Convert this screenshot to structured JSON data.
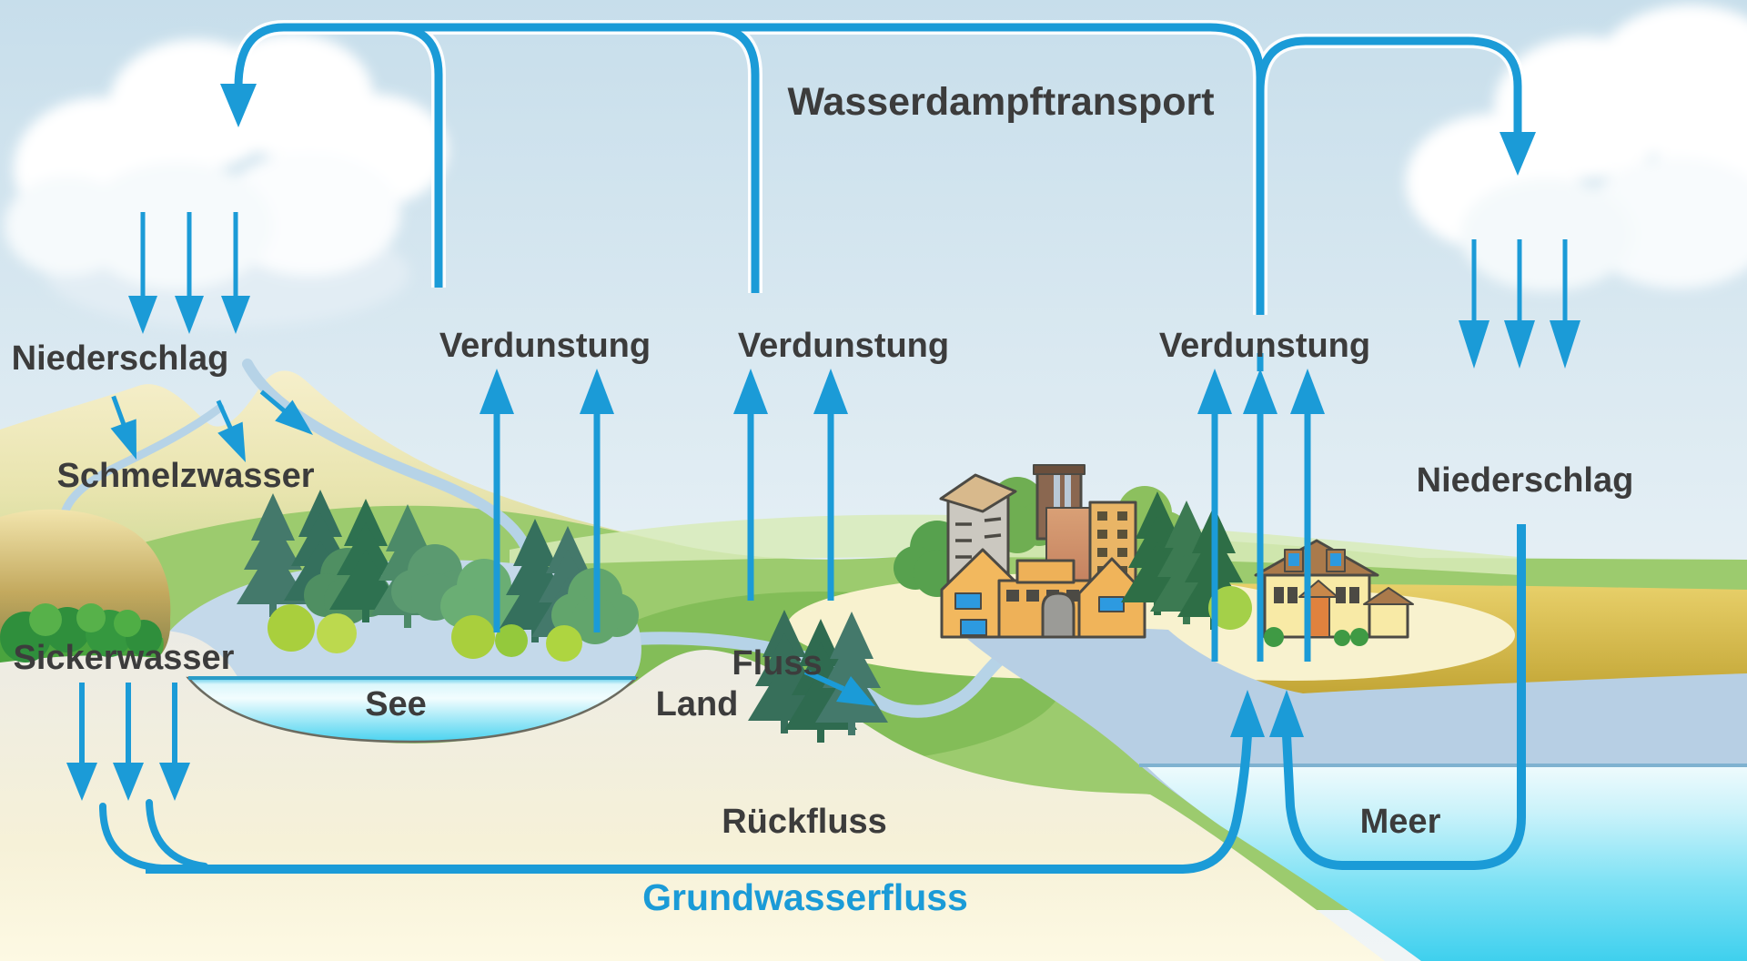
{
  "diagram": {
    "type": "water-cycle-schematic",
    "language": "de",
    "labels": {
      "wasserdampftransport": "Wasserdampftransport",
      "niederschlag_left": "Niederschlag",
      "niederschlag_right": "Niederschlag",
      "verdunstung_1": "Verdunstung",
      "verdunstung_2": "Verdunstung",
      "verdunstung_3": "Verdunstung",
      "schmelzwasser": "Schmelzwasser",
      "sickerwasser": "Sickerwasser",
      "see": "See",
      "land": "Land",
      "fluss": "Fluss",
      "rueckfluss": "Rückfluss",
      "meer": "Meer",
      "grundwasserfluss": "Grundwasserfluss"
    },
    "flows": [
      {
        "name": "wasserdampftransport-line",
        "kind": "vapor-transport",
        "arrow_ends": 2
      },
      {
        "name": "precipitation-arrows-left",
        "kind": "rain",
        "count": 3
      },
      {
        "name": "precipitation-arrows-right",
        "kind": "rain",
        "count": 3
      },
      {
        "name": "evaporation-arrows-lake",
        "kind": "evaporation",
        "count": 2
      },
      {
        "name": "evaporation-arrows-land",
        "kind": "evaporation",
        "count": 2
      },
      {
        "name": "evaporation-arrows-sea",
        "kind": "evaporation",
        "count": 3
      },
      {
        "name": "meltwater-arrows",
        "kind": "runoff",
        "count": 3
      },
      {
        "name": "seepage-arrows",
        "kind": "infiltration",
        "count": 3
      },
      {
        "name": "groundwater-flow-line",
        "kind": "groundwater",
        "count": 1
      },
      {
        "name": "sea-upwelling-arrows",
        "kind": "return-flow",
        "count": 2
      },
      {
        "name": "river-flow-arrow",
        "kind": "river",
        "count": 1
      }
    ],
    "colors": {
      "flow_blue": "#1b9bd7",
      "label_dark": "#3c3c3c",
      "groundwater_text_blue": "#1b9bd7",
      "sky_top": "#c7deeb",
      "cloud_white": "#ffffff",
      "surface_water_pale": "#c4d9ea",
      "deep_water_cyan": "#45d2f0",
      "land_green": "#9ccb6e",
      "shore_sand": "#decb63",
      "underground_cream": "#f6f1d8"
    }
  }
}
